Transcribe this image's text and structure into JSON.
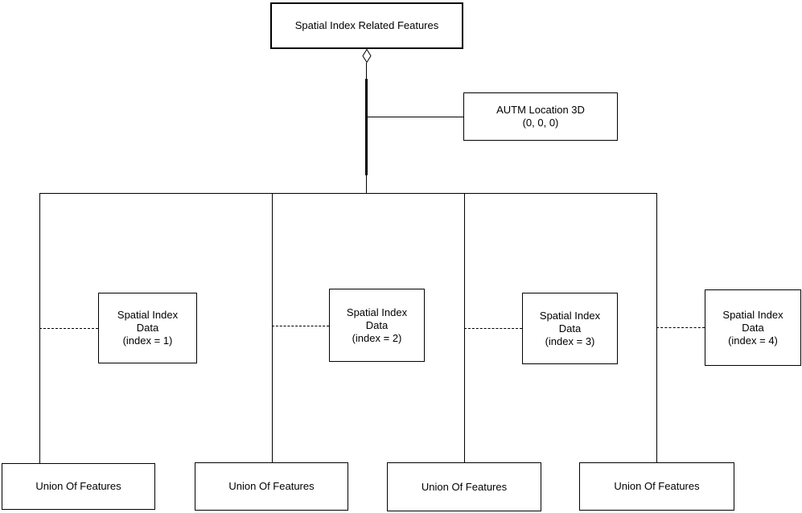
{
  "diagram": {
    "title_node": {
      "label": "Spatial Index Related Features"
    },
    "annotation_node": {
      "title": "AUTM Location 3D",
      "value": "(0, 0, 0)"
    },
    "spatial_index_nodes": [
      {
        "line1": "Spatial Index",
        "line2": "Data",
        "line3": "(index = 1)"
      },
      {
        "line1": "Spatial Index",
        "line2": "Data",
        "line3": "(index = 2)"
      },
      {
        "line1": "Spatial Index",
        "line2": "Data",
        "line3": "(index = 3)"
      },
      {
        "line1": "Spatial Index",
        "line2": "Data",
        "line3": "(index = 4)"
      }
    ],
    "union_nodes": [
      {
        "label": "Union Of Features"
      },
      {
        "label": "Union Of Features"
      },
      {
        "label": "Union Of Features"
      },
      {
        "label": "Union Of Features"
      }
    ],
    "colors": {
      "line": "#000000",
      "background": "#ffffff",
      "node_fill": "#ffffff",
      "text": "#000000"
    }
  }
}
